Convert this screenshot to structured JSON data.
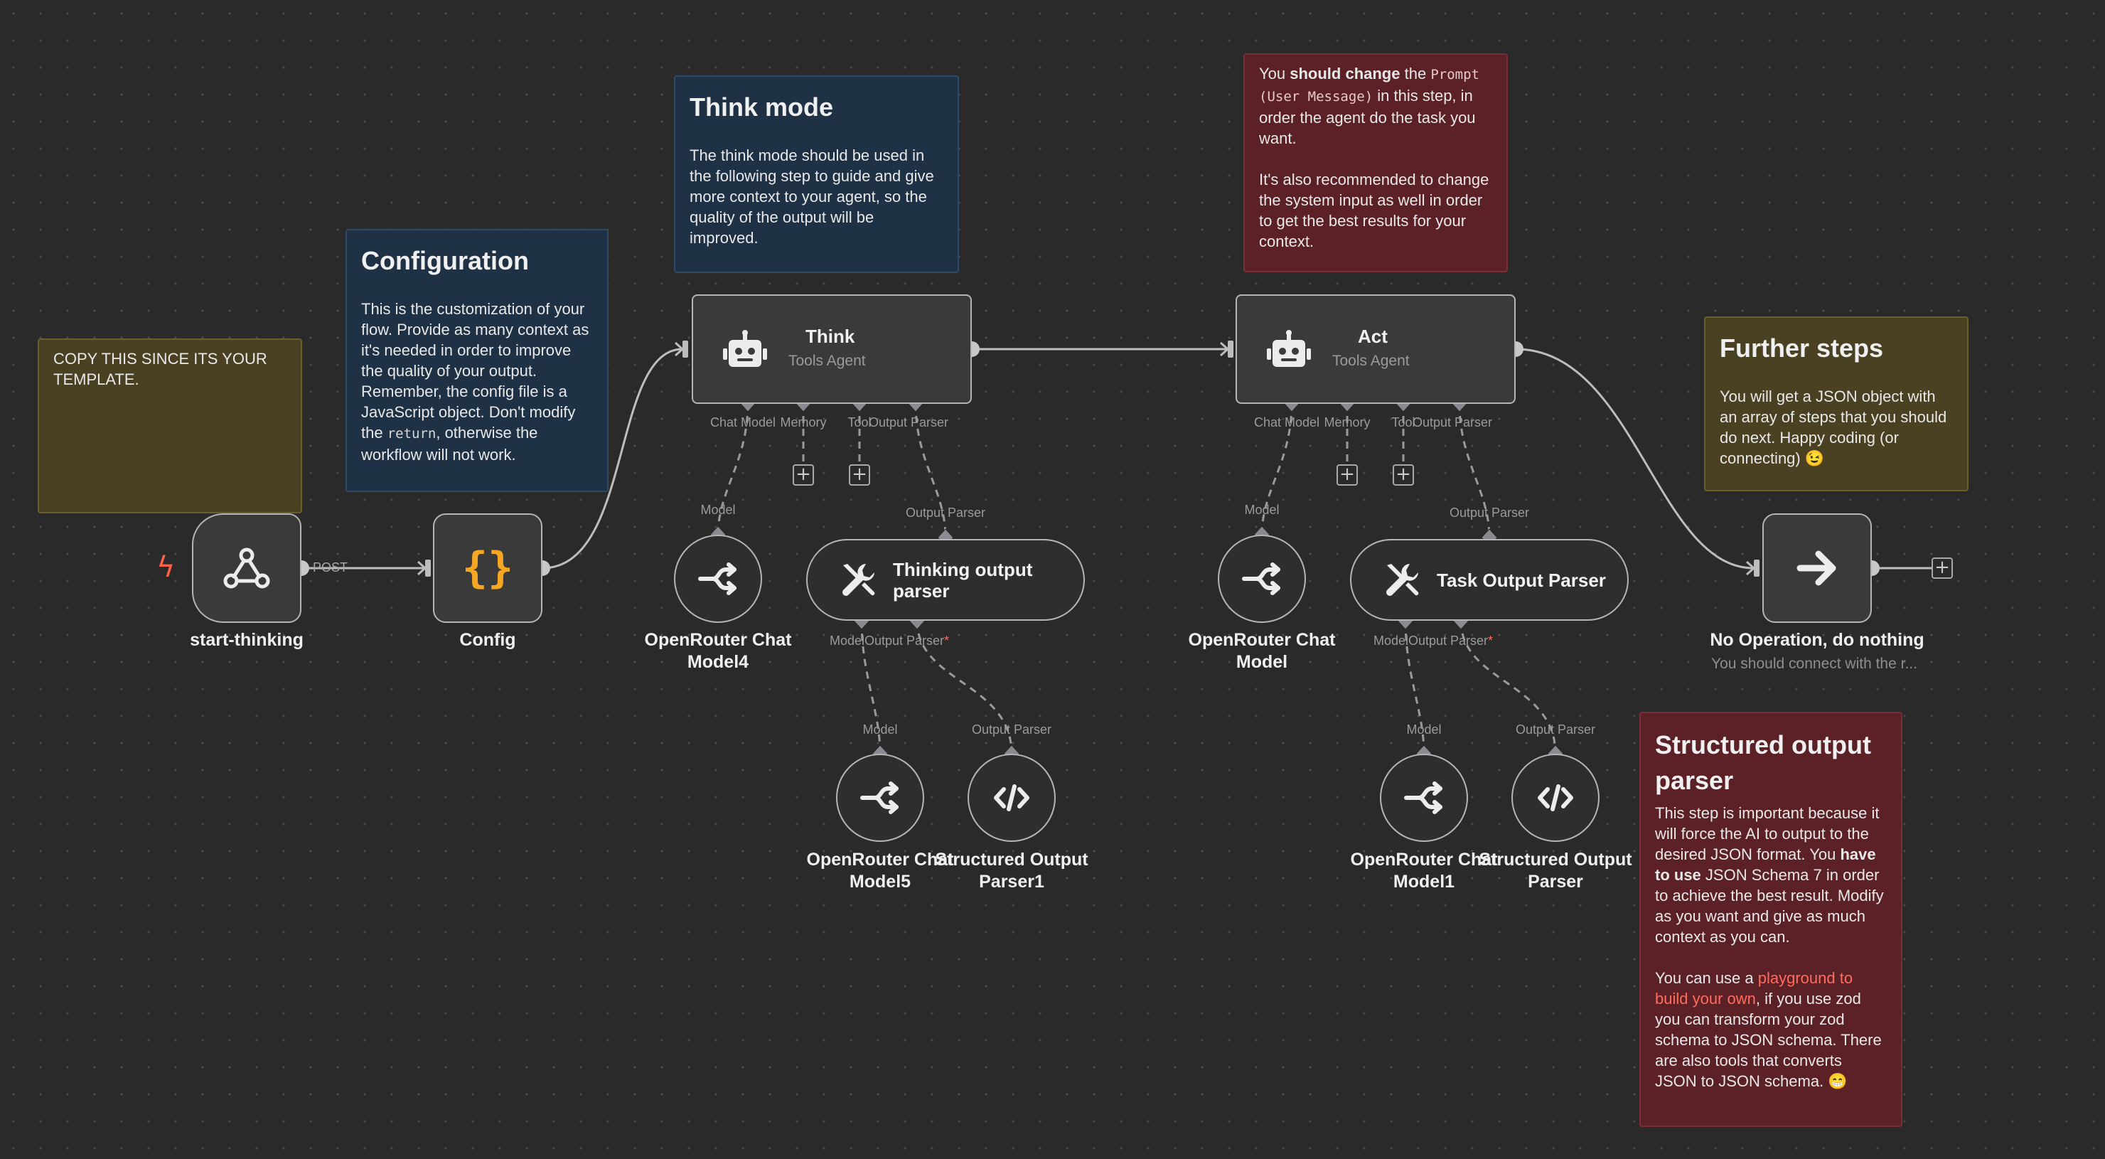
{
  "stickies": {
    "copy": {
      "text": "COPY THIS SINCE ITS YOUR TEMPLATE."
    },
    "configuration": {
      "title": "Configuration",
      "text_a": "This is the customization of your flow. Provide as many context as it's needed in order to improve the quality of your output. Remember, the config file is a JavaScript object. Don't modify the ",
      "code": "return",
      "text_b": ", otherwise the workflow will not work."
    },
    "think_mode": {
      "title": "Think mode",
      "text": "The think mode should be used in the following step to guide and give more context to your agent, so the quality of the output will be improved."
    },
    "prompt_note": {
      "text_a": "You ",
      "bold": "should change",
      "text_b": " the ",
      "code": "Prompt (User Message)",
      "text_c": " in this step, in order the agent do the task you want.",
      "text_d": "It's also recommended to change the system input as well in order to get the best results for your context."
    },
    "further_steps": {
      "title": "Further steps",
      "text": "You will get a JSON object with an array of steps that you should do next. Happy coding (or connecting) 😉"
    },
    "structured": {
      "title": "Structured output parser",
      "text_a": "This step is important because it will force the AI to output to the desired JSON format. You ",
      "bold": "have to use",
      "text_b": " JSON Schema 7 in order to achieve the best result. Modify as you want and give as much context as you can.",
      "text_c": "You can use a ",
      "link": "playground to build your own",
      "text_d": ", if you use zod you can transform your zod schema to JSON schema. There are also tools that converts JSON to JSON schema. 😁"
    }
  },
  "nodes": {
    "start": {
      "label": "start-thinking",
      "method": "POST"
    },
    "config": {
      "label": "Config"
    },
    "think": {
      "title": "Think",
      "subtitle": "Tools Agent"
    },
    "act": {
      "title": "Act",
      "subtitle": "Tools Agent"
    },
    "noop": {
      "label": "No Operation, do nothing",
      "subtitle": "You should connect with the r..."
    },
    "or4": {
      "label_line1": "OpenRouter Chat",
      "label_line2": "Model4"
    },
    "or": {
      "label_line1": "OpenRouter Chat",
      "label_line2": "Model"
    },
    "or5": {
      "label_line1": "OpenRouter Chat",
      "label_line2": "Model5"
    },
    "or1": {
      "label_line1": "OpenRouter Chat",
      "label_line2": "Model1"
    },
    "sop1": {
      "label_line1": "Structured Output",
      "label_line2": "Parser1"
    },
    "sop": {
      "label_line1": "Structured Output",
      "label_line2": "Parser"
    },
    "thinking_parser": {
      "label": "Thinking output parser"
    },
    "task_parser": {
      "label": "Task Output Parser"
    }
  },
  "ports": {
    "chat_model": "Chat Model",
    "memory": "Memory",
    "tool": "Tool",
    "output_parser": "Output Parser",
    "model": "Model",
    "required_mark": "*"
  },
  "colors": {
    "canvas": "#2a2a2a",
    "node_border": "#b5b5b5",
    "wire": "#bdbdbd",
    "brace": "#f5a623",
    "trigger": "#ff6347",
    "link": "#ff6b5c"
  },
  "icons": {
    "start": "webhook-icon",
    "config": "curly-braces-icon",
    "agent": "robot-icon",
    "model": "openrouter-icon",
    "parser": "code-icon",
    "tools": "wrench-screwdriver-icon",
    "noop": "arrow-right-icon"
  }
}
